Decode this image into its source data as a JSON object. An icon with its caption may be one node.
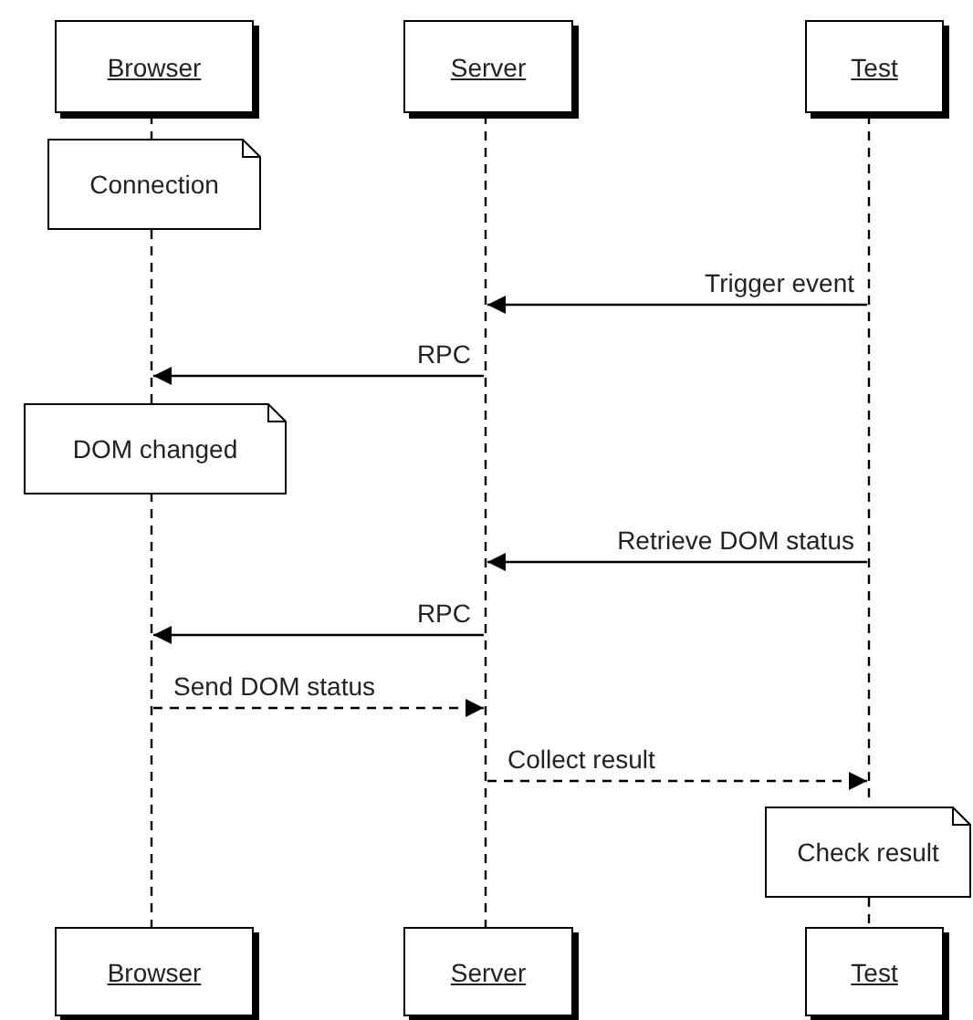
{
  "diagram": {
    "nodes": [
      {
        "text": [
          "Browser"
        ]
      },
      {
        "text": [
          "Server"
        ]
      },
      {
        "text": [
          "Test"
        ]
      },
      {
        "text": [],
        "shape": "line"
      },
      {
        "text": [],
        "shape": "line"
      },
      {
        "text": [],
        "shape": "line"
      },
      {
        "text": [
          "Connection"
        ]
      },
      {
        "text": [
          "DOM changed"
        ]
      },
      {
        "text": [
          "Check result"
        ]
      },
      {
        "text": [
          "Browser"
        ]
      },
      {
        "text": [
          "Server"
        ]
      },
      {
        "text": [
          "Test"
        ]
      }
    ],
    "edges": [
      {
        "from": 5,
        "to": 4,
        "arrow": "to",
        "label": "Trigger event"
      },
      {
        "from": 4,
        "to": 3,
        "arrow": "to",
        "label": "RPC"
      },
      {
        "from": 5,
        "to": 4,
        "arrow": "to",
        "label": "Retrieve DOM status"
      },
      {
        "from": 4,
        "to": 3,
        "arrow": "to",
        "label": "RPC"
      },
      {
        "from": 3,
        "to": 4,
        "arrow": "to",
        "label": "Send DOM status",
        "style": "dashed"
      },
      {
        "from": 4,
        "to": 5,
        "arrow": "to",
        "label": "Collect result",
        "style": "dashed"
      },
      {
        "from": 8,
        "to": 11,
        "arrow": "none",
        "style": "dashed"
      }
    ]
  }
}
